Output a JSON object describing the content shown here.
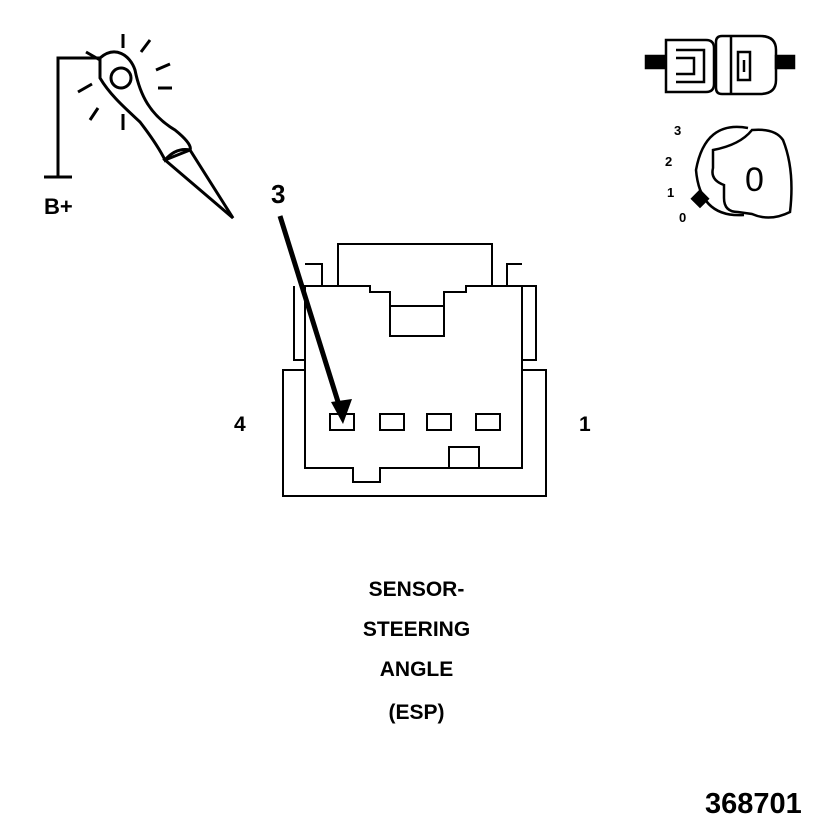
{
  "probe": {
    "supply_label": "B+"
  },
  "connector": {
    "terminal_callout": "3",
    "left_pin_label": "4",
    "right_pin_label": "1"
  },
  "ignition": {
    "positions": [
      "3",
      "2",
      "1",
      "0"
    ],
    "key_label": "0"
  },
  "caption": {
    "lines": [
      "SENSOR-",
      "STEERING",
      "ANGLE",
      "(ESP)"
    ]
  },
  "figure_number": "368701"
}
